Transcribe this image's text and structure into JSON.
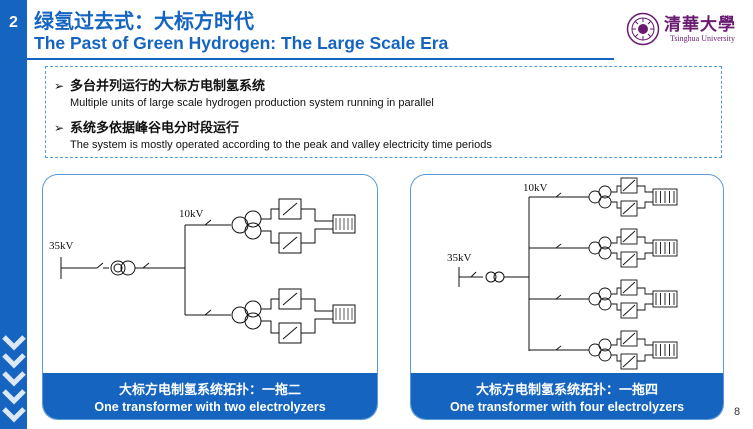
{
  "slide": {
    "section_number": "2",
    "title_zh": "绿氢过去式：大标方时代",
    "title_en": "The Past of Green Hydrogen: The Large Scale Era",
    "page_number": "8"
  },
  "logo": {
    "name_zh": "清華大學",
    "name_en": "Tsinghua University",
    "icon": "tsinghua-seal-icon",
    "color": "#6a1b71"
  },
  "bullets": [
    {
      "heading": "多台并列运行的大标方电制氢系统",
      "sub": "Multiple units of large scale hydrogen production system running in parallel"
    },
    {
      "heading": "系统多依据峰谷电分时段运行",
      "sub": "The system is mostly operated according to the peak and valley electricity time periods"
    }
  ],
  "diagrams": {
    "left": {
      "hv_label": "35kV",
      "mv_label": "10kV",
      "caption_zh": "大标方电制氢系统拓扑：一拖二",
      "caption_en": "One transformer with two electrolyzers",
      "electrolyzer_count": 2
    },
    "right": {
      "hv_label": "35kV",
      "mv_label": "10kV",
      "caption_zh": "大标方电制氢系统拓扑：一拖四",
      "caption_en": "One transformer with four electrolyzers",
      "electrolyzer_count": 4
    }
  },
  "colors": {
    "brand_blue": "#1565c0",
    "border_blue": "#5b9bd5"
  }
}
